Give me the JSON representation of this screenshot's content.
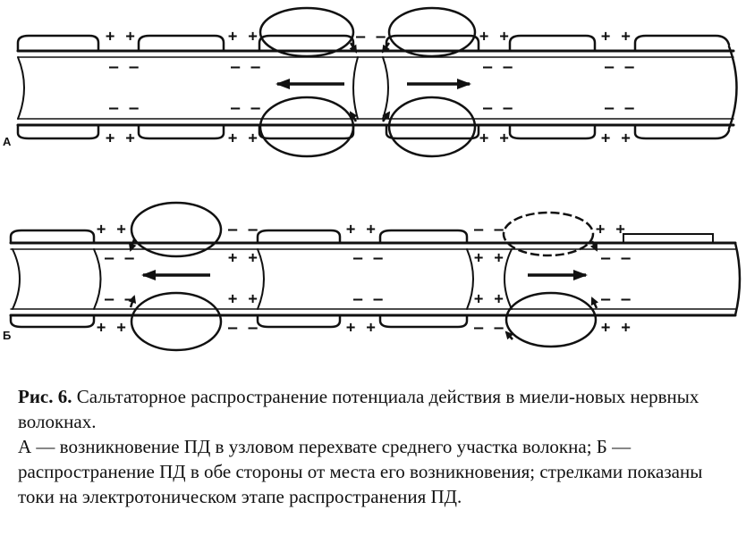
{
  "figure": {
    "label_a": "А",
    "label_b": "Б",
    "plus": "+ +",
    "minus": "– –",
    "minus_b_right": "– –"
  },
  "caption": {
    "figure_number": "Рис. 6.",
    "title": "Сальтаторное распространение потенциала действия в миели-новых нервных волокнах.",
    "description": "А — возникновение ПД в узловом перехвате среднего участка волокна; Б — распространение ПД в обе стороны от места его возникновения; стрелками показаны токи на электротоническом этапе распространения ПД."
  }
}
